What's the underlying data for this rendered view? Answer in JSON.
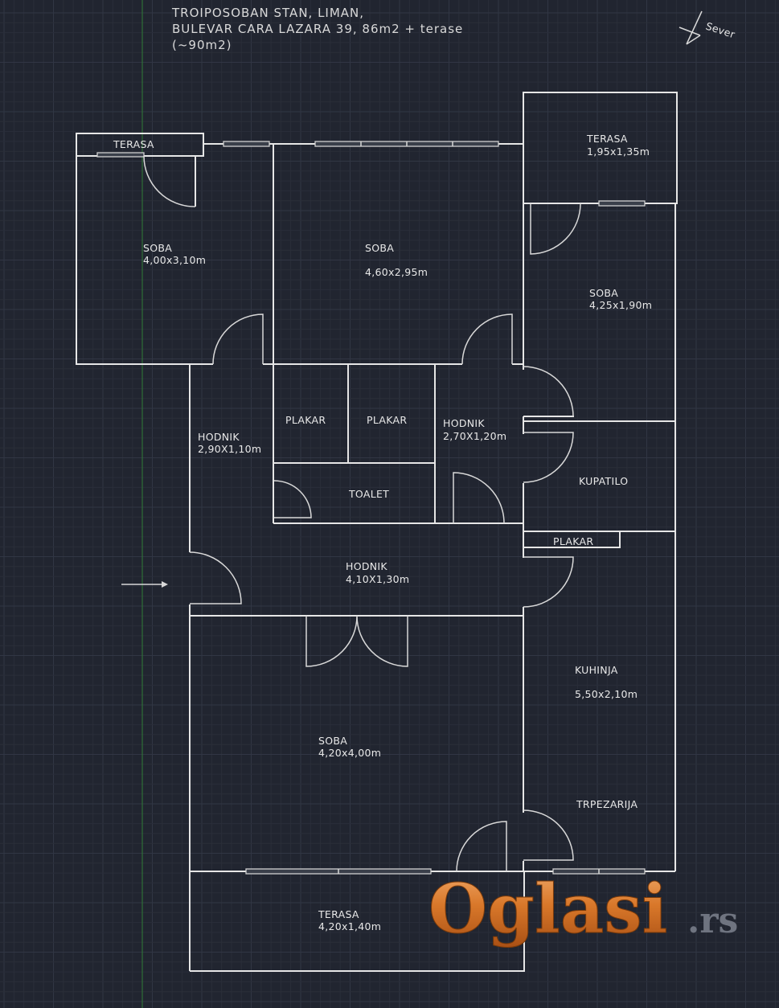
{
  "title": {
    "line1": "TROIPOSOBAN STAN, LIMAN,",
    "line2": "BULEVAR CARA LAZARA 39, 86m2 + terase",
    "line3": "(~90m2)"
  },
  "compass": {
    "label": "Sever",
    "icon": "north-arrow-icon"
  },
  "rooms": {
    "terasa_nw": {
      "name": "TERASA"
    },
    "soba_nw": {
      "name": "SOBA",
      "size": "4,00x3,10m"
    },
    "soba_n": {
      "name": "SOBA",
      "size": "4,60x2,95m"
    },
    "terasa_ne": {
      "name": "TERASA",
      "size": "1,95x1,35m"
    },
    "soba_ne": {
      "name": "SOBA",
      "size": "4,25x1,90m"
    },
    "hodnik_w": {
      "name": "HODNIK",
      "size": "2,90X1,10m"
    },
    "plakar_1": {
      "name": "PLAKAR"
    },
    "plakar_2": {
      "name": "PLAKAR"
    },
    "hodnik_c": {
      "name": "HODNIK",
      "size": "2,70X1,20m"
    },
    "toalet": {
      "name": "TOALET"
    },
    "kupatilo": {
      "name": "KUPATILO"
    },
    "plakar_3": {
      "name": "PLAKAR"
    },
    "hodnik_s": {
      "name": "HODNIK",
      "size": "4,10X1,30m"
    },
    "kuhinja": {
      "name": "KUHINJA",
      "size": "5,50x2,10m"
    },
    "trpezarija": {
      "name": "TRPEZARIJA"
    },
    "soba_s": {
      "name": "SOBA",
      "size": "4,20x4,00m"
    },
    "terasa_s": {
      "name": "TERASA",
      "size": "4,20x1,40m"
    }
  },
  "entrance": {
    "icon": "entrance-arrow-icon"
  },
  "watermark": {
    "main": "Oglasi",
    "ext": ".rs"
  },
  "colors": {
    "background": "#212530",
    "lines": "#e6e6e6",
    "logo_orange": "#d9782a",
    "logo_ext": "#6f7480"
  }
}
